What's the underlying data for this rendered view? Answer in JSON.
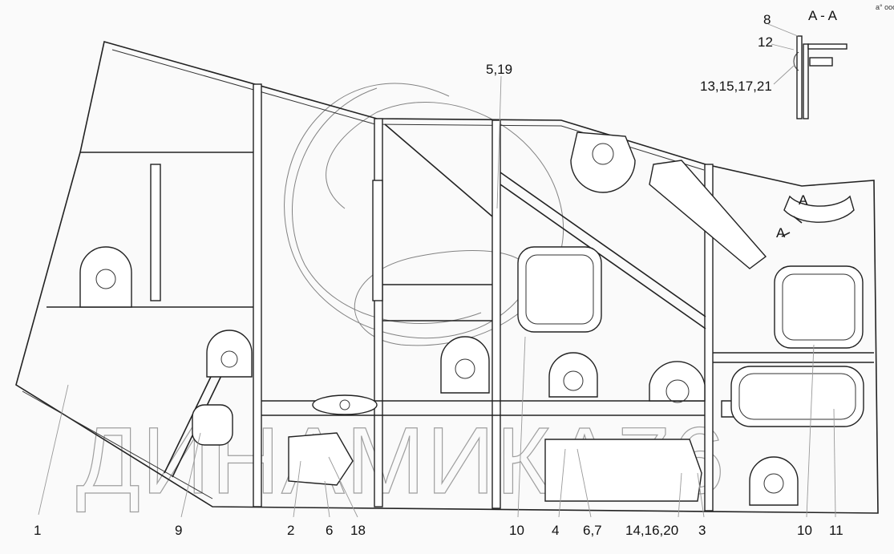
{
  "drawing": {
    "section_title": "A - A",
    "section_marker": "A",
    "corner_mark": "a° ooo",
    "watermark": "ДИНАМИКА76",
    "top_callouts": [
      "5,19",
      "8",
      "12",
      "13,15,17,21"
    ],
    "bottom_callouts": [
      "1",
      "9",
      "2",
      "6",
      "18",
      "10",
      "4",
      "6,7",
      "14,16,20",
      "3",
      "10",
      "11"
    ]
  }
}
